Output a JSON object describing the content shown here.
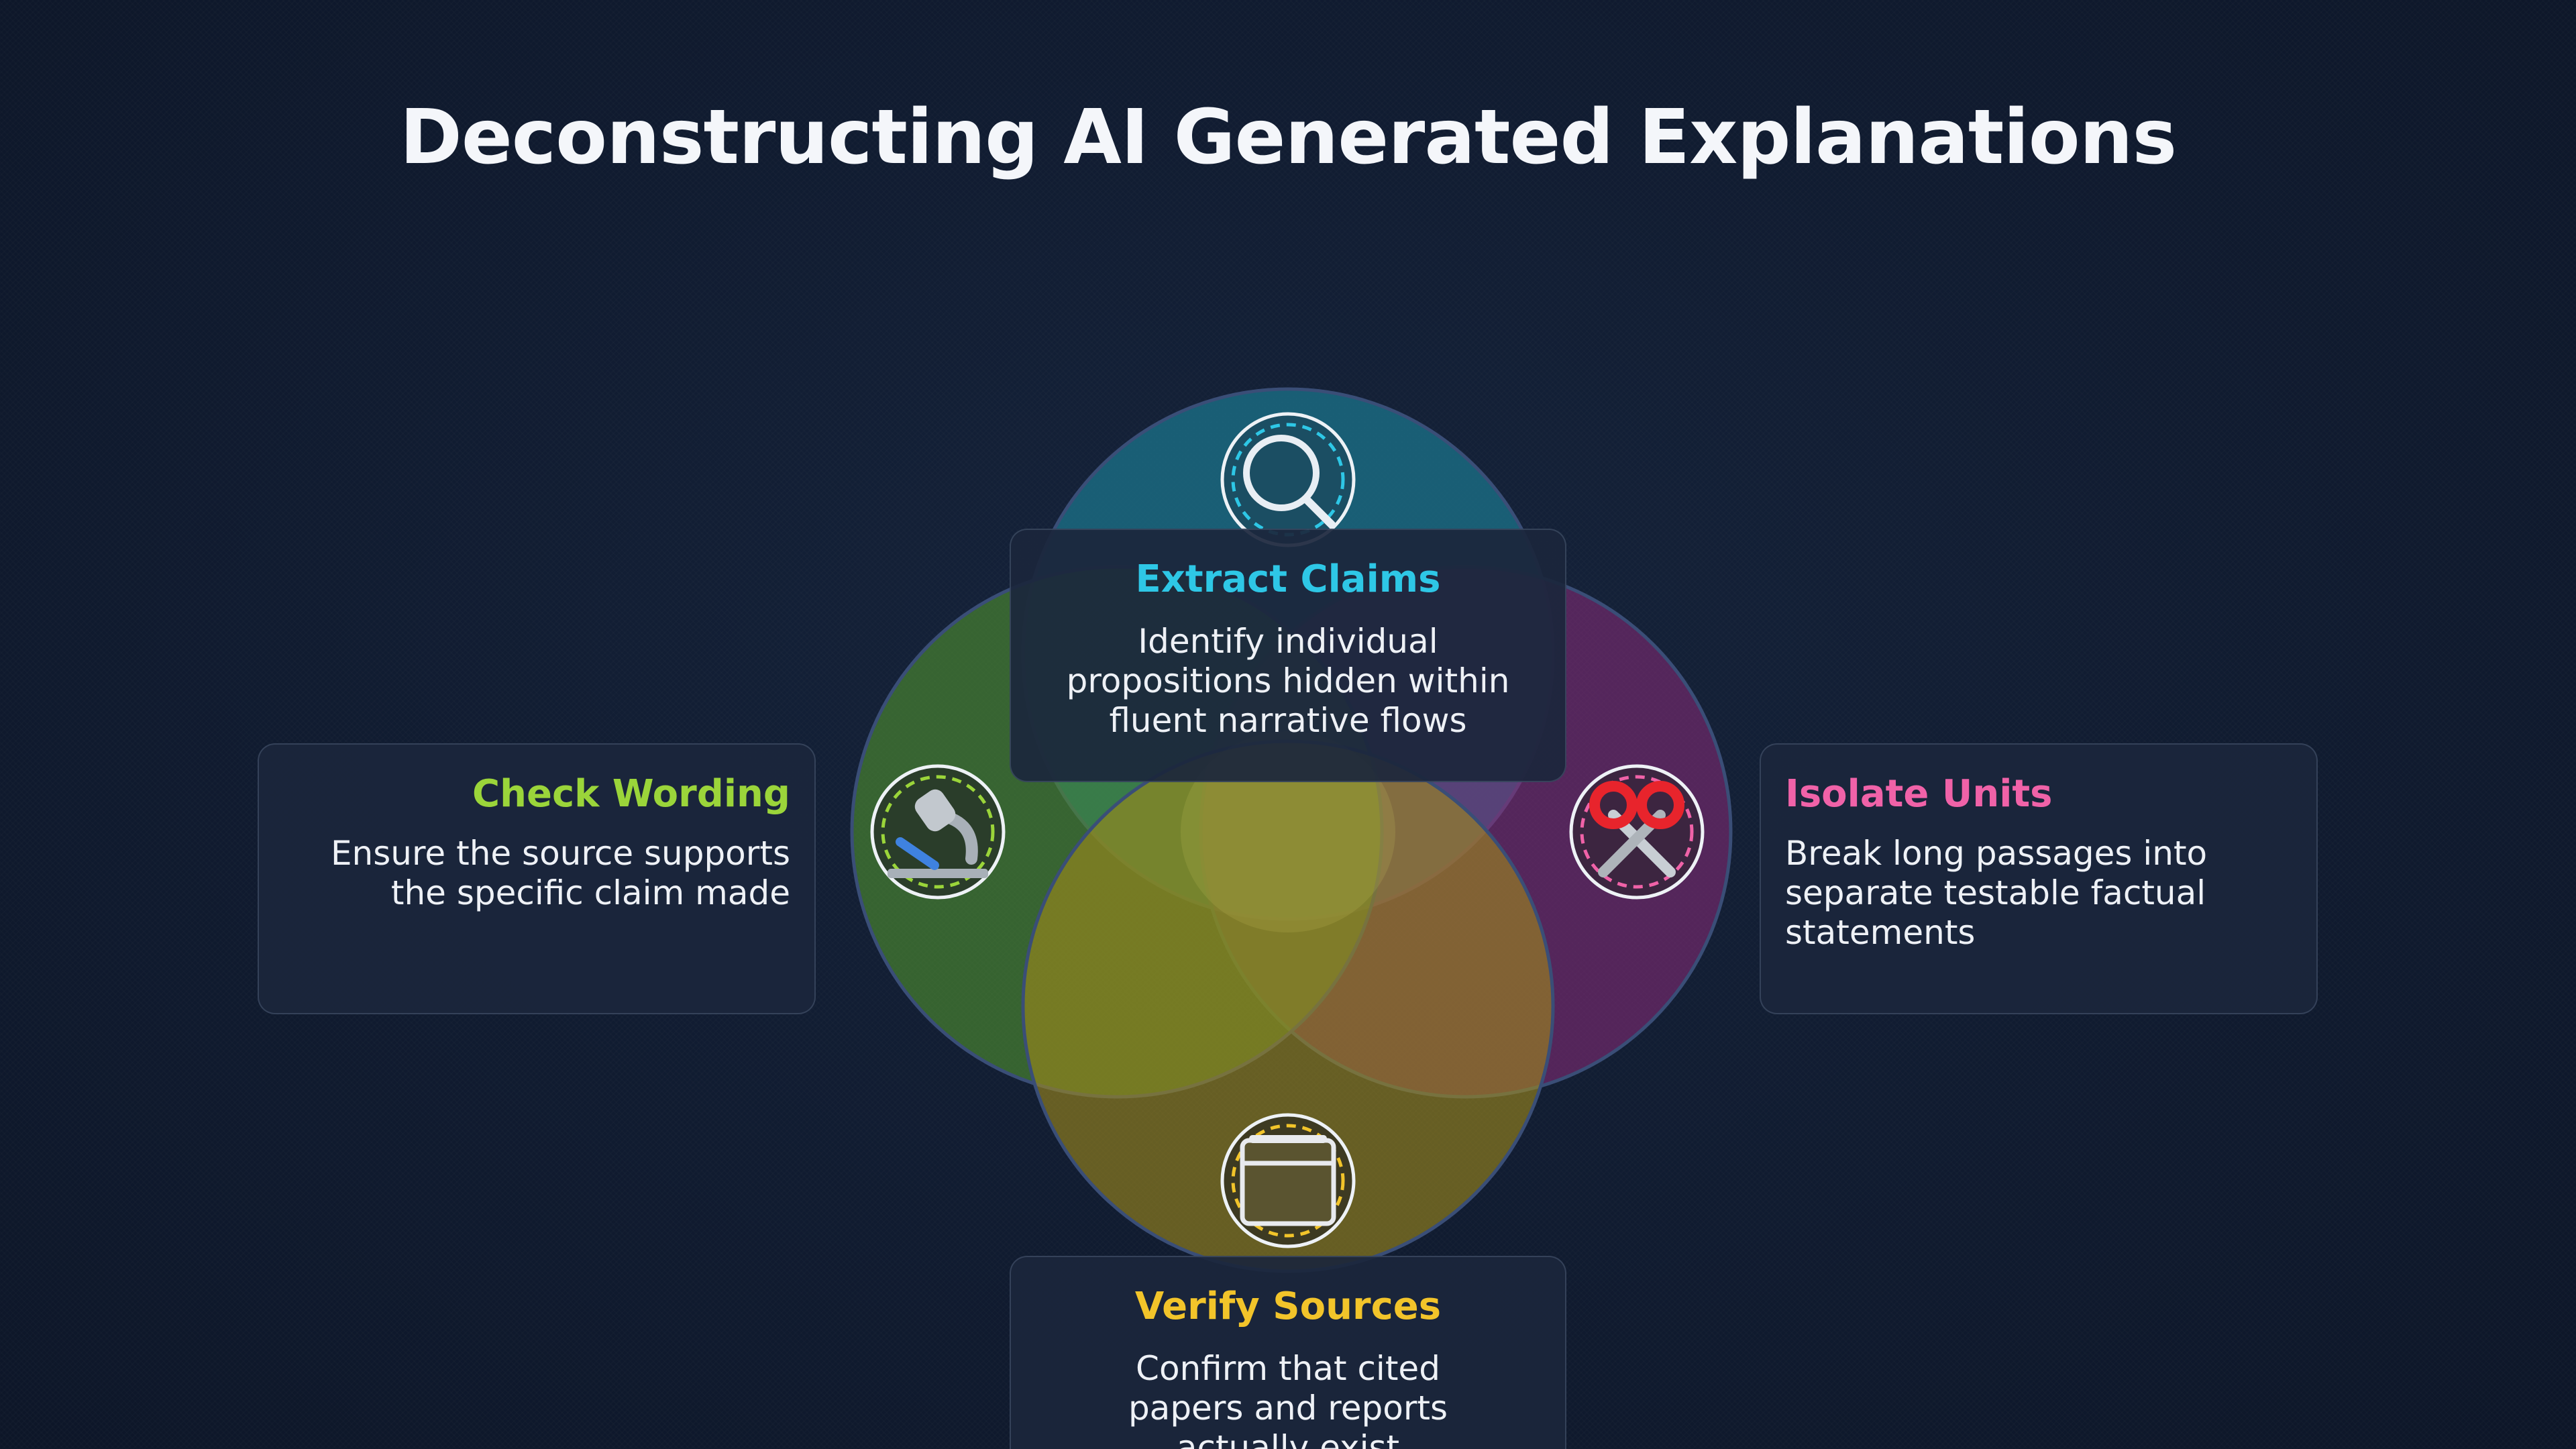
{
  "title": "Deconstructing AI Generated Explanations",
  "nodes": {
    "top": {
      "heading": "Extract Claims",
      "body": "Identify individual propositions hidden within fluent narrative flows",
      "color": "#2ec7e6",
      "icon": "magnifier-icon"
    },
    "left": {
      "heading": "Check Wording",
      "body": "Ensure the source supports the specific claim made",
      "color": "#9bd53a",
      "icon": "microscope-icon"
    },
    "right": {
      "heading": "Isolate Units",
      "body": "Break long passages into separate testable factual statements",
      "color": "#f062a8",
      "icon": "scissors-icon"
    },
    "bottom": {
      "heading": "Verify Sources",
      "body": "Confirm that cited papers and reports actually exist",
      "color": "#f2c42a",
      "icon": "document-stack-icon"
    }
  }
}
